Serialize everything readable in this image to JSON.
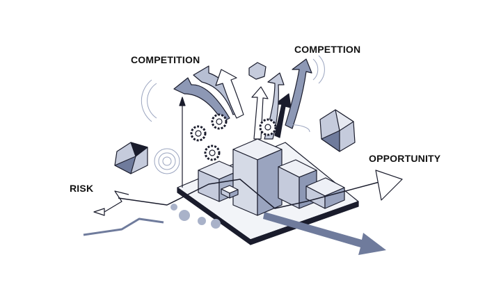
{
  "labels": {
    "competition_left": "COMPETITION",
    "competition_right": "COMPETTION",
    "opportunity": "OPPORTUNITY",
    "risk": "RISK"
  },
  "colors": {
    "ink": "#1a1c2c",
    "slate": "#6f7b9c",
    "light_slate": "#c5cbdc",
    "pale": "#e6e9f1"
  }
}
